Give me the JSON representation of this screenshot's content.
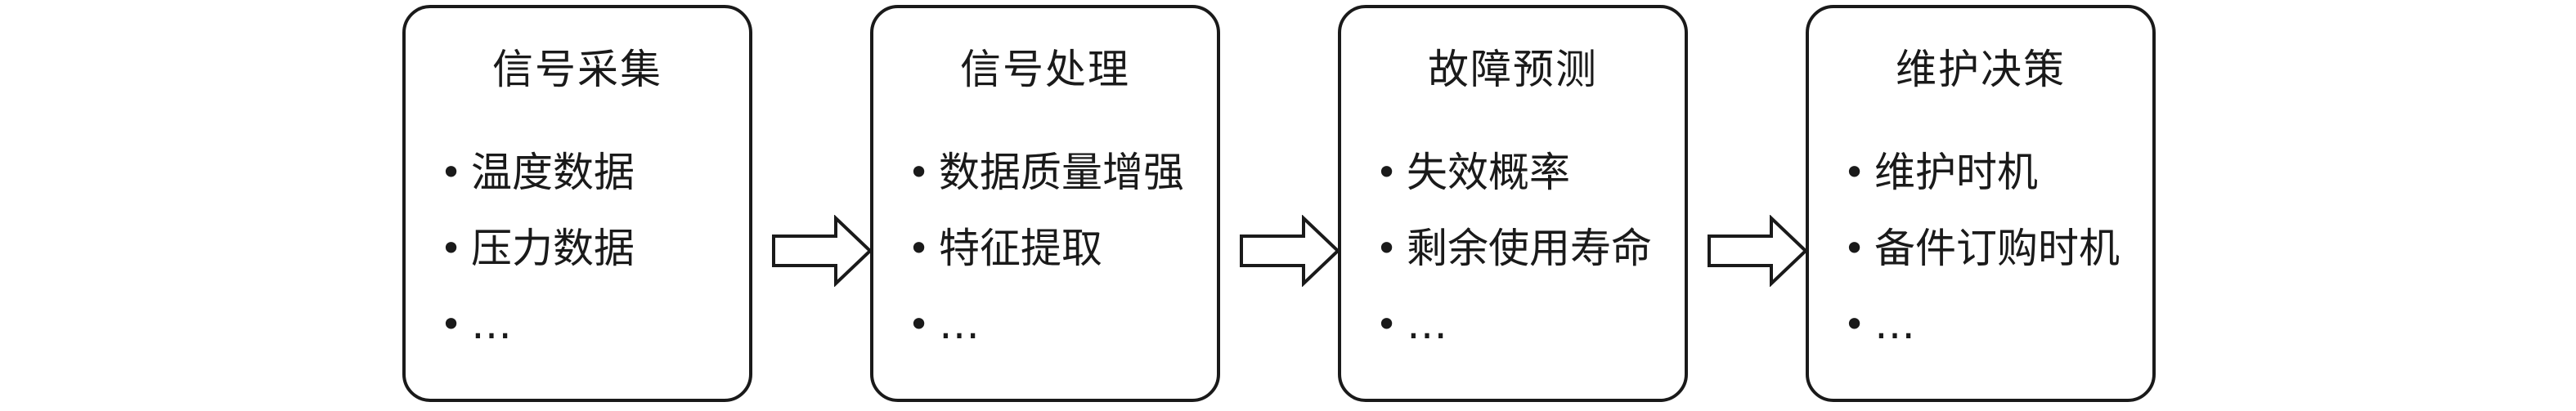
{
  "diagram": {
    "stages": [
      {
        "title": "信号采集",
        "items": [
          "温度数据",
          "压力数据",
          "…"
        ]
      },
      {
        "title": "信号处理",
        "items": [
          "数据质量增强",
          "特征提取",
          "…"
        ]
      },
      {
        "title": "故障预测",
        "items": [
          "失效概率",
          "剩余使用寿命",
          "…"
        ]
      },
      {
        "title": "维护决策",
        "items": [
          "维护时机",
          "备件订购时机",
          "…"
        ]
      }
    ],
    "bullet": "•",
    "colors": {
      "stroke": "#1a1a1a",
      "background": "#ffffff"
    }
  }
}
